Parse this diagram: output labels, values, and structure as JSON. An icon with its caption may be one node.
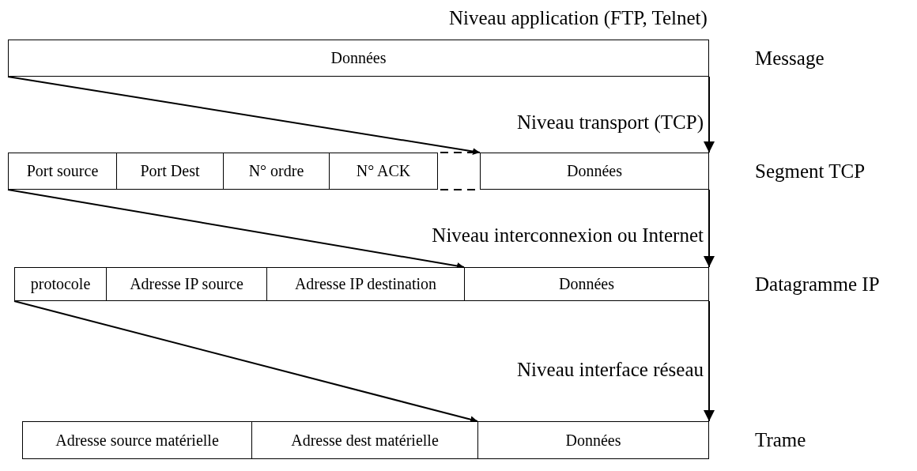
{
  "diagram": {
    "nodes": [
      {
        "text": [
          "Données"
        ],
        "beside": [
          "Message"
        ]
      },
      {
        "text": [
          "Port source"
        ]
      },
      {
        "text": [
          "Port Dest"
        ]
      },
      {
        "text": [
          "N° ordre"
        ]
      },
      {
        "text": [
          "N° ACK"
        ]
      },
      {
        "text": [
          "Données"
        ],
        "beside": [
          "Segment TCP"
        ]
      },
      {
        "text": [
          "protocole"
        ]
      },
      {
        "text": [
          "Adresse IP source"
        ]
      },
      {
        "text": [
          "Adresse IP destination"
        ]
      },
      {
        "text": [
          "Données"
        ],
        "beside": [
          "Datagramme IP"
        ]
      },
      {
        "text": [
          "Adresse source matérielle"
        ]
      },
      {
        "text": [
          "Adresse dest matérielle"
        ]
      },
      {
        "text": [
          "Données"
        ],
        "beside": [
          "Trame"
        ]
      }
    ],
    "edges": [
      {
        "from": 0,
        "to": 5,
        "arrow": "to"
      },
      {
        "from": 0,
        "to": 5,
        "arrow": "to"
      },
      {
        "from": 1,
        "to": 9,
        "arrow": "to"
      },
      {
        "from": 5,
        "to": 9,
        "arrow": "to"
      },
      {
        "from": 6,
        "to": 12,
        "arrow": "to"
      },
      {
        "from": 9,
        "to": 12,
        "arrow": "to"
      }
    ],
    "labels": [
      "Niveau application (FTP, Telnet)",
      "Niveau transport (TCP)",
      "Niveau interconnexion ou Internet",
      "Niveau interface réseau"
    ]
  }
}
